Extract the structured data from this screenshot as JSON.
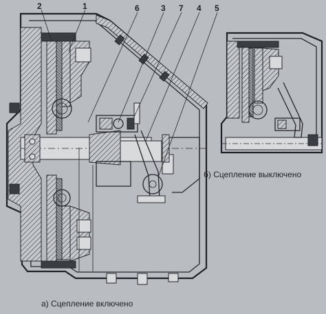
{
  "callouts": [
    "2",
    "1",
    "6",
    "3",
    "7",
    "4",
    "5"
  ],
  "captions": {
    "engaged": "а) Сцепление включено",
    "disengaged": "б) Сцепление выключено"
  }
}
